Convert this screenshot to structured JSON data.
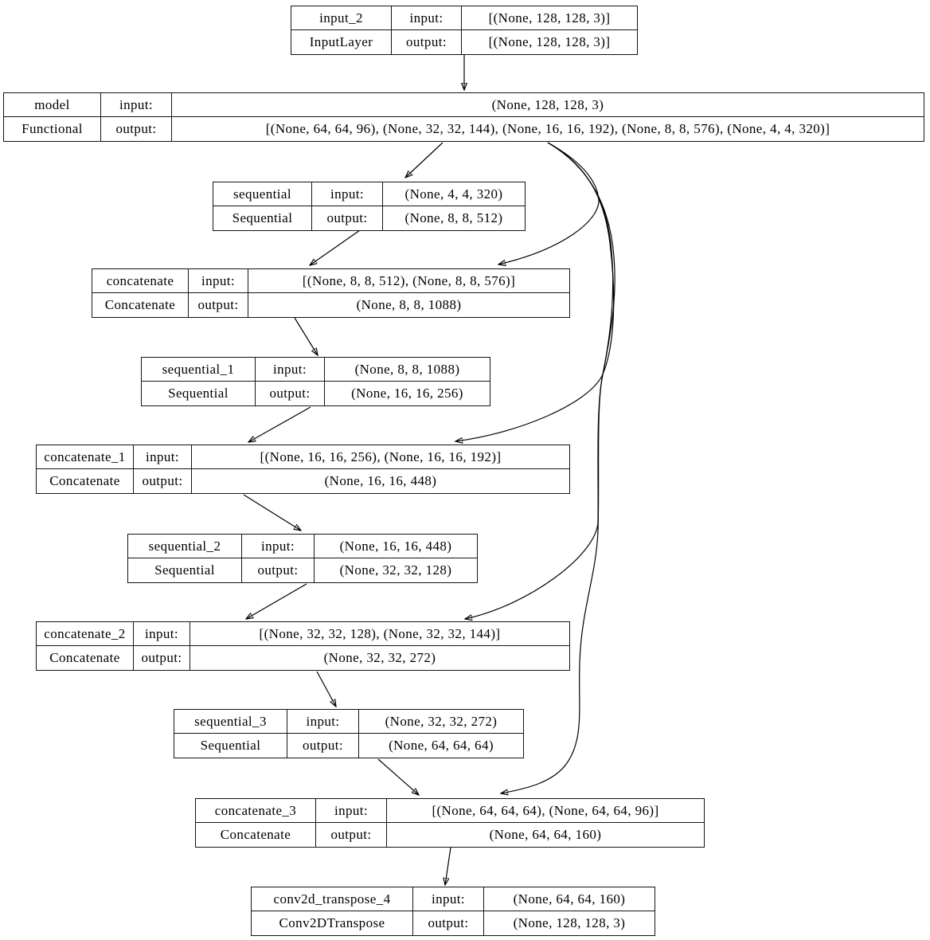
{
  "diagram": {
    "kind": "keras-model-plot",
    "background_color": "#ffffff",
    "node_border_color": "#000000",
    "edge_color": "#000000"
  },
  "nodes": [
    {
      "id": "input_2",
      "name": "input_2",
      "type": "InputLayer",
      "in_label": "input:",
      "out_label": "output:",
      "in_value": "[(None, 128, 128, 3)]",
      "out_value": "[(None, 128, 128, 3)]"
    },
    {
      "id": "model",
      "name": "model",
      "type": "Functional",
      "in_label": "input:",
      "out_label": "output:",
      "in_value": "(None, 128, 128, 3)",
      "out_value": "[(None, 64, 64, 96), (None, 32, 32, 144), (None, 16, 16, 192), (None, 8, 8, 576), (None, 4, 4, 320)]"
    },
    {
      "id": "sequential",
      "name": "sequential",
      "type": "Sequential",
      "in_label": "input:",
      "out_label": "output:",
      "in_value": "(None, 4, 4, 320)",
      "out_value": "(None, 8, 8, 512)"
    },
    {
      "id": "concatenate",
      "name": "concatenate",
      "type": "Concatenate",
      "in_label": "input:",
      "out_label": "output:",
      "in_value": "[(None, 8, 8, 512), (None, 8, 8, 576)]",
      "out_value": "(None, 8, 8, 1088)"
    },
    {
      "id": "sequential_1",
      "name": "sequential_1",
      "type": "Sequential",
      "in_label": "input:",
      "out_label": "output:",
      "in_value": "(None, 8, 8, 1088)",
      "out_value": "(None, 16, 16, 256)"
    },
    {
      "id": "concatenate_1",
      "name": "concatenate_1",
      "type": "Concatenate",
      "in_label": "input:",
      "out_label": "output:",
      "in_value": "[(None, 16, 16, 256), (None, 16, 16, 192)]",
      "out_value": "(None, 16, 16, 448)"
    },
    {
      "id": "sequential_2",
      "name": "sequential_2",
      "type": "Sequential",
      "in_label": "input:",
      "out_label": "output:",
      "in_value": "(None, 16, 16, 448)",
      "out_value": "(None, 32, 32, 128)"
    },
    {
      "id": "concatenate_2",
      "name": "concatenate_2",
      "type": "Concatenate",
      "in_label": "input:",
      "out_label": "output:",
      "in_value": "[(None, 32, 32, 128), (None, 32, 32, 144)]",
      "out_value": "(None, 32, 32, 272)"
    },
    {
      "id": "sequential_3",
      "name": "sequential_3",
      "type": "Sequential",
      "in_label": "input:",
      "out_label": "output:",
      "in_value": "(None, 32, 32, 272)",
      "out_value": "(None, 64, 64, 64)"
    },
    {
      "id": "concatenate_3",
      "name": "concatenate_3",
      "type": "Concatenate",
      "in_label": "input:",
      "out_label": "output:",
      "in_value": "[(None, 64, 64, 64), (None, 64, 64, 96)]",
      "out_value": "(None, 64, 64, 160)"
    },
    {
      "id": "conv2d_transpose_4",
      "name": "conv2d_transpose_4",
      "type": "Conv2DTranspose",
      "in_label": "input:",
      "out_label": "output:",
      "in_value": "(None, 64, 64, 160)",
      "out_value": "(None, 128, 128, 3)"
    }
  ],
  "edges": [
    {
      "from": "input_2",
      "to": "model"
    },
    {
      "from": "model",
      "to": "sequential"
    },
    {
      "from": "model",
      "to": "concatenate"
    },
    {
      "from": "model",
      "to": "concatenate_1"
    },
    {
      "from": "model",
      "to": "concatenate_2"
    },
    {
      "from": "model",
      "to": "concatenate_3"
    },
    {
      "from": "sequential",
      "to": "concatenate"
    },
    {
      "from": "concatenate",
      "to": "sequential_1"
    },
    {
      "from": "sequential_1",
      "to": "concatenate_1"
    },
    {
      "from": "concatenate_1",
      "to": "sequential_2"
    },
    {
      "from": "sequential_2",
      "to": "concatenate_2"
    },
    {
      "from": "concatenate_2",
      "to": "sequential_3"
    },
    {
      "from": "sequential_3",
      "to": "concatenate_3"
    },
    {
      "from": "concatenate_3",
      "to": "conv2d_transpose_4"
    }
  ]
}
